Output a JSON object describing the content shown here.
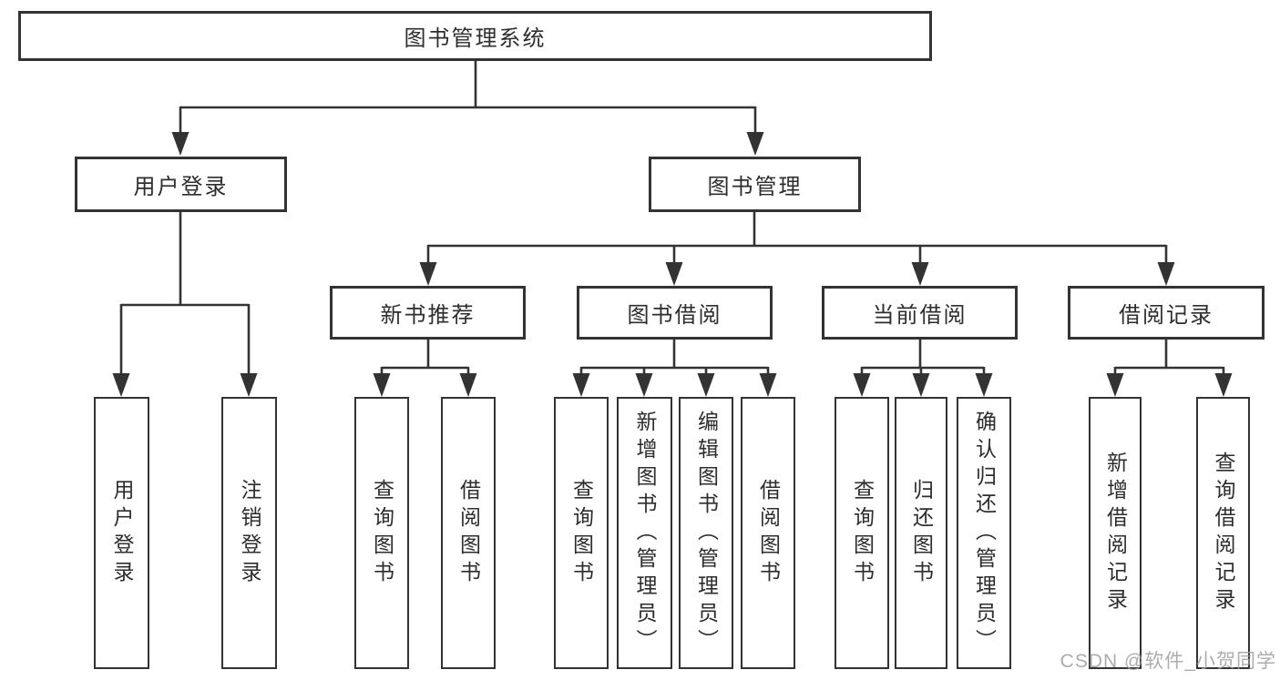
{
  "tree": {
    "label": "图书管理系统",
    "children": [
      {
        "label": "用户登录",
        "children": [
          {
            "label": "用户登录"
          },
          {
            "label": "注销登录"
          }
        ]
      },
      {
        "label": "图书管理",
        "children": [
          {
            "label": "新书推荐",
            "children": [
              {
                "label": "查询图书"
              },
              {
                "label": "借阅图书"
              }
            ]
          },
          {
            "label": "图书借阅",
            "children": [
              {
                "label": "查询图书"
              },
              {
                "label": "新增图书（管理员）"
              },
              {
                "label": "编辑图书（管理员）"
              },
              {
                "label": "借阅图书"
              }
            ]
          },
          {
            "label": "当前借阅",
            "children": [
              {
                "label": "查询图书"
              },
              {
                "label": "归还图书"
              },
              {
                "label": "确认归还（管理员）"
              }
            ]
          },
          {
            "label": "借阅记录",
            "children": [
              {
                "label": "新增借阅记录"
              },
              {
                "label": "查询借阅记录"
              }
            ]
          }
        ]
      }
    ]
  },
  "watermark": "CSDN @软件_小贺同学",
  "colors": {
    "line": "#333333",
    "text": "#2d2d2d",
    "watermark": "#9e9e9e"
  }
}
